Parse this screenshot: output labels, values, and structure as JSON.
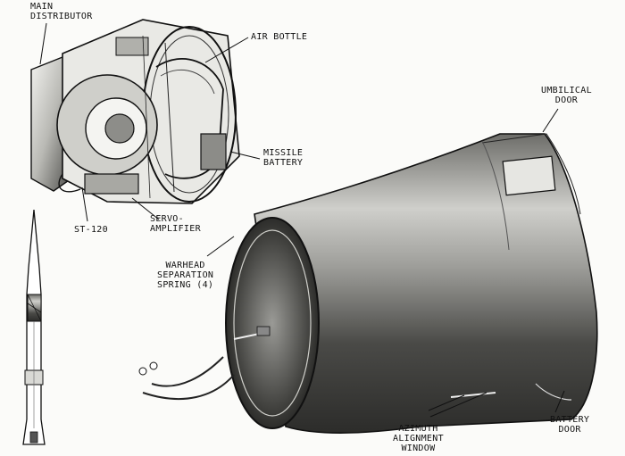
{
  "labels": {
    "main_distributor": [
      "MAIN",
      "DISTRIBUTOR"
    ],
    "air_bottle": [
      "AIR BOTTLE"
    ],
    "missile_battery": [
      "MISSILE",
      "BATTERY"
    ],
    "st120": [
      "ST-120"
    ],
    "servo_amplifier": [
      "SERVO-",
      "AMPLIFIER"
    ],
    "umbilical_door": [
      "UMBILICAL",
      "DOOR"
    ],
    "warhead_spring": [
      "WARHEAD",
      "SEPARATION",
      "SPRING (4)"
    ],
    "azimuth_window": [
      "AZIMUTH",
      "ALIGNMENT",
      "WINDOW"
    ],
    "battery_door": [
      "BATTERY",
      "DOOR"
    ]
  },
  "colors": {
    "ink": "#111111",
    "metal_dark": "#3a3a38",
    "metal_light": "#d8d8d4"
  }
}
